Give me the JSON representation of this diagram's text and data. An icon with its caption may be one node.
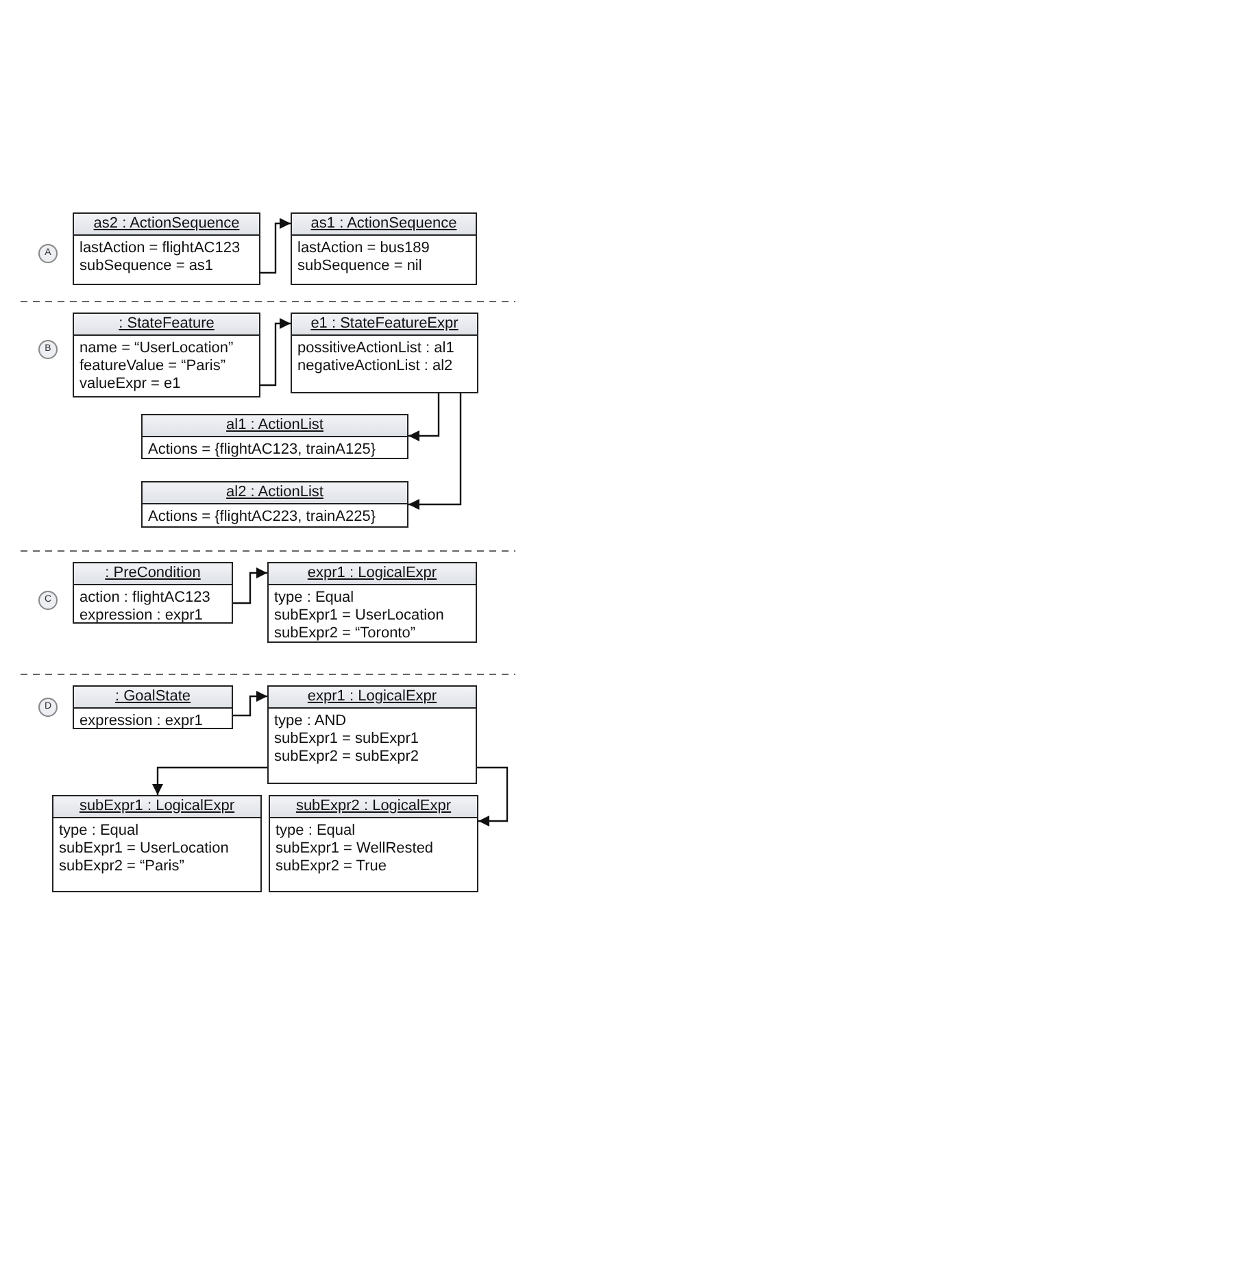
{
  "diagram": {
    "nodes": [
      {
        "text": [
          "A"
        ]
      },
      {
        "text": [
          "as2 : ActionSequence",
          "lastAction = flightAC123",
          "subSequence = as1"
        ]
      },
      {
        "text": [
          "as1 : ActionSequence",
          "lastAction = bus189",
          "subSequence = nil"
        ]
      },
      {
        "text": [
          "B"
        ]
      },
      {
        "text": [
          ": StateFeature",
          "name = “UserLocation”",
          "featureValue = “Paris”",
          "valueExpr = e1"
        ]
      },
      {
        "text": [
          "e1 : StateFeatureExpr",
          "possitiveActionList : al1",
          "negativeActionList : al2"
        ]
      },
      {
        "text": [
          "al1 : ActionList",
          "Actions = {flightAC123, trainA125}"
        ]
      },
      {
        "text": [
          "al2 : ActionList",
          "Actions = {flightAC223, trainA225}"
        ]
      },
      {
        "text": [
          "C"
        ]
      },
      {
        "text": [
          ": PreCondition",
          "action : flightAC123",
          "expression : expr1"
        ]
      },
      {
        "text": [
          "expr1 : LogicalExpr",
          "type : Equal",
          "subExpr1 = UserLocation",
          "subExpr2 = “Toronto”"
        ]
      },
      {
        "text": [
          "D"
        ]
      },
      {
        "text": [
          ": GoalState",
          "expression : expr1"
        ]
      },
      {
        "text": [
          "expr1 : LogicalExpr",
          "type : AND",
          "subExpr1 = subExpr1",
          "subExpr2 = subExpr2"
        ]
      },
      {
        "text": [
          "subExpr1 : LogicalExpr",
          "type : Equal",
          "subExpr1 = UserLocation",
          "subExpr2 = “Paris”"
        ]
      },
      {
        "text": [
          "subExpr2 : LogicalExpr",
          "type : Equal",
          "subExpr1 = WellRested",
          "subExpr2 = True"
        ]
      }
    ],
    "edges": [
      {
        "from": 1,
        "to": 2,
        "arrow": "to"
      },
      {
        "from": 4,
        "to": 5,
        "arrow": "to"
      },
      {
        "from": 5,
        "to": 6,
        "arrow": "to"
      },
      {
        "from": 5,
        "to": 7,
        "arrow": "to"
      },
      {
        "from": 9,
        "to": 10,
        "arrow": "to"
      },
      {
        "from": 12,
        "to": 13,
        "arrow": "to"
      },
      {
        "from": 13,
        "to": 14,
        "arrow": "to"
      },
      {
        "from": 13,
        "to": 15,
        "arrow": "to"
      }
    ]
  }
}
